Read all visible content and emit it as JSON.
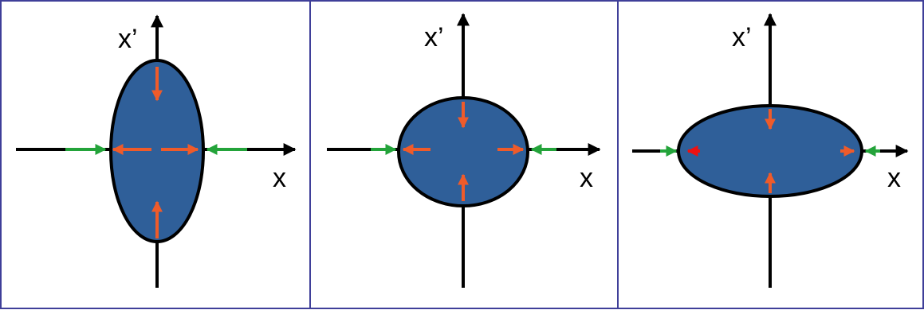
{
  "colors": {
    "frame": "#3f3f99",
    "background": "#ffffff",
    "ellipse_fill": "#2f5f99",
    "ellipse_stroke": "#000000",
    "axis": "#000000",
    "inner_arrow": "#ef5b2a",
    "outer_arrow": "#23a33a",
    "highlight_arrow": "#ee1111"
  },
  "panels": [
    {
      "name": "tall",
      "vertical_axis_label": "x’",
      "horizontal_axis_label": "x"
    },
    {
      "name": "round",
      "vertical_axis_label": "x’",
      "horizontal_axis_label": "x"
    },
    {
      "name": "wide",
      "vertical_axis_label": "x’",
      "horizontal_axis_label": "x"
    }
  ]
}
